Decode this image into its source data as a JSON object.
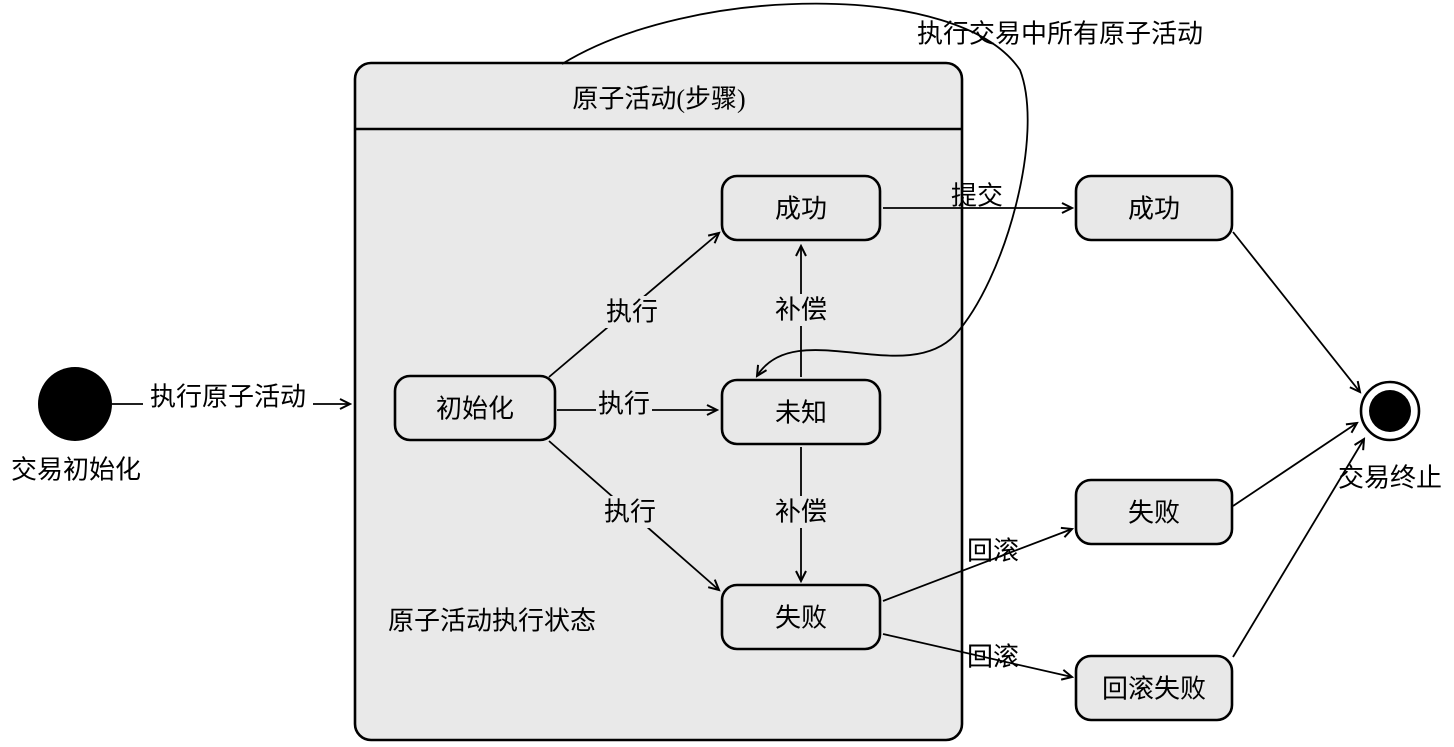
{
  "colors": {
    "background": "#ffffff",
    "container_fill": "#e9e9e9",
    "state_fill": "#e8e8e8",
    "stroke": "#000000"
  },
  "diagram": {
    "initial": {
      "label": "交易初始化",
      "transition_label": "执行原子活动"
    },
    "composite": {
      "title": "原子活动(步骤)",
      "caption": "原子活动执行状态",
      "states": {
        "init": "初始化",
        "success": "成功",
        "unknown": "未知",
        "failure": "失败"
      },
      "labels": {
        "exec_to_success": "执行",
        "exec_to_unknown": "执行",
        "exec_to_failure": "执行",
        "compensate_up": "补偿",
        "compensate_down": "补偿"
      }
    },
    "loop_label": "执行交易中所有原子活动",
    "outer": {
      "success": "成功",
      "failure": "失败",
      "rollback_failure": "回滚失败",
      "commit_label": "提交",
      "rollback_label_1": "回滚",
      "rollback_label_2": "回滚"
    },
    "final": {
      "label": "交易终止"
    }
  }
}
